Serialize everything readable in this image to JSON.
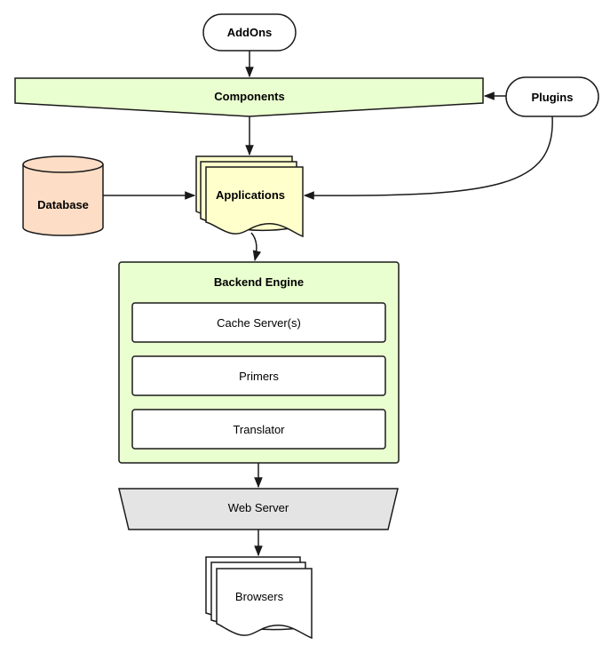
{
  "nodes": {
    "addons": "AddOns",
    "components": "Components",
    "plugins": "Plugins",
    "database": "Database",
    "applications": "Applications",
    "backend_engine": "Backend Engine",
    "cache_server": "Cache Server(s)",
    "primers": "Primers",
    "translator": "Translator",
    "web_server": "Web Server",
    "browsers": "Browsers"
  },
  "colors": {
    "green_fill": "#eaffcf",
    "yellow_fill": "#ffffcc",
    "peach_fill": "#fdddc5",
    "gray_fill": "#e4e4e4",
    "white_fill": "#ffffff",
    "stroke": "#1a1a1a"
  }
}
